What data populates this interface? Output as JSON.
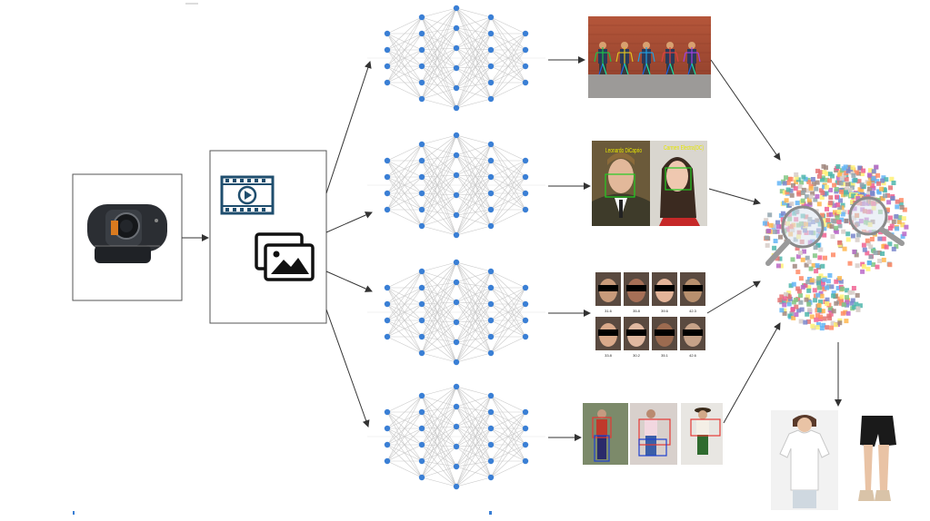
{
  "title": "Camera to neural-network analysis pipeline",
  "input": {
    "device": "webcam-icon",
    "media": [
      "video-icon",
      "images-icon"
    ]
  },
  "networks": [
    "pose-network",
    "face-network",
    "age-network",
    "clothing-network"
  ],
  "outputs": {
    "face": {
      "captions": [
        "Leonardo DiCaprio",
        "Carmen Electra(DC)"
      ]
    },
    "age": {
      "labels": [
        "31.6",
        "35.8",
        "39.6",
        "42.3",
        "33.8",
        "30.2",
        "35.1",
        "42.6"
      ]
    }
  },
  "aggregate": "data-analysis-magnifier",
  "result": [
    "white-t-shirt",
    "black-shorts"
  ],
  "colors": {
    "node": "#3a7fd5",
    "face_box": "#22cc22",
    "person_box": "#e53935",
    "pants_box": "#1e40d0"
  }
}
